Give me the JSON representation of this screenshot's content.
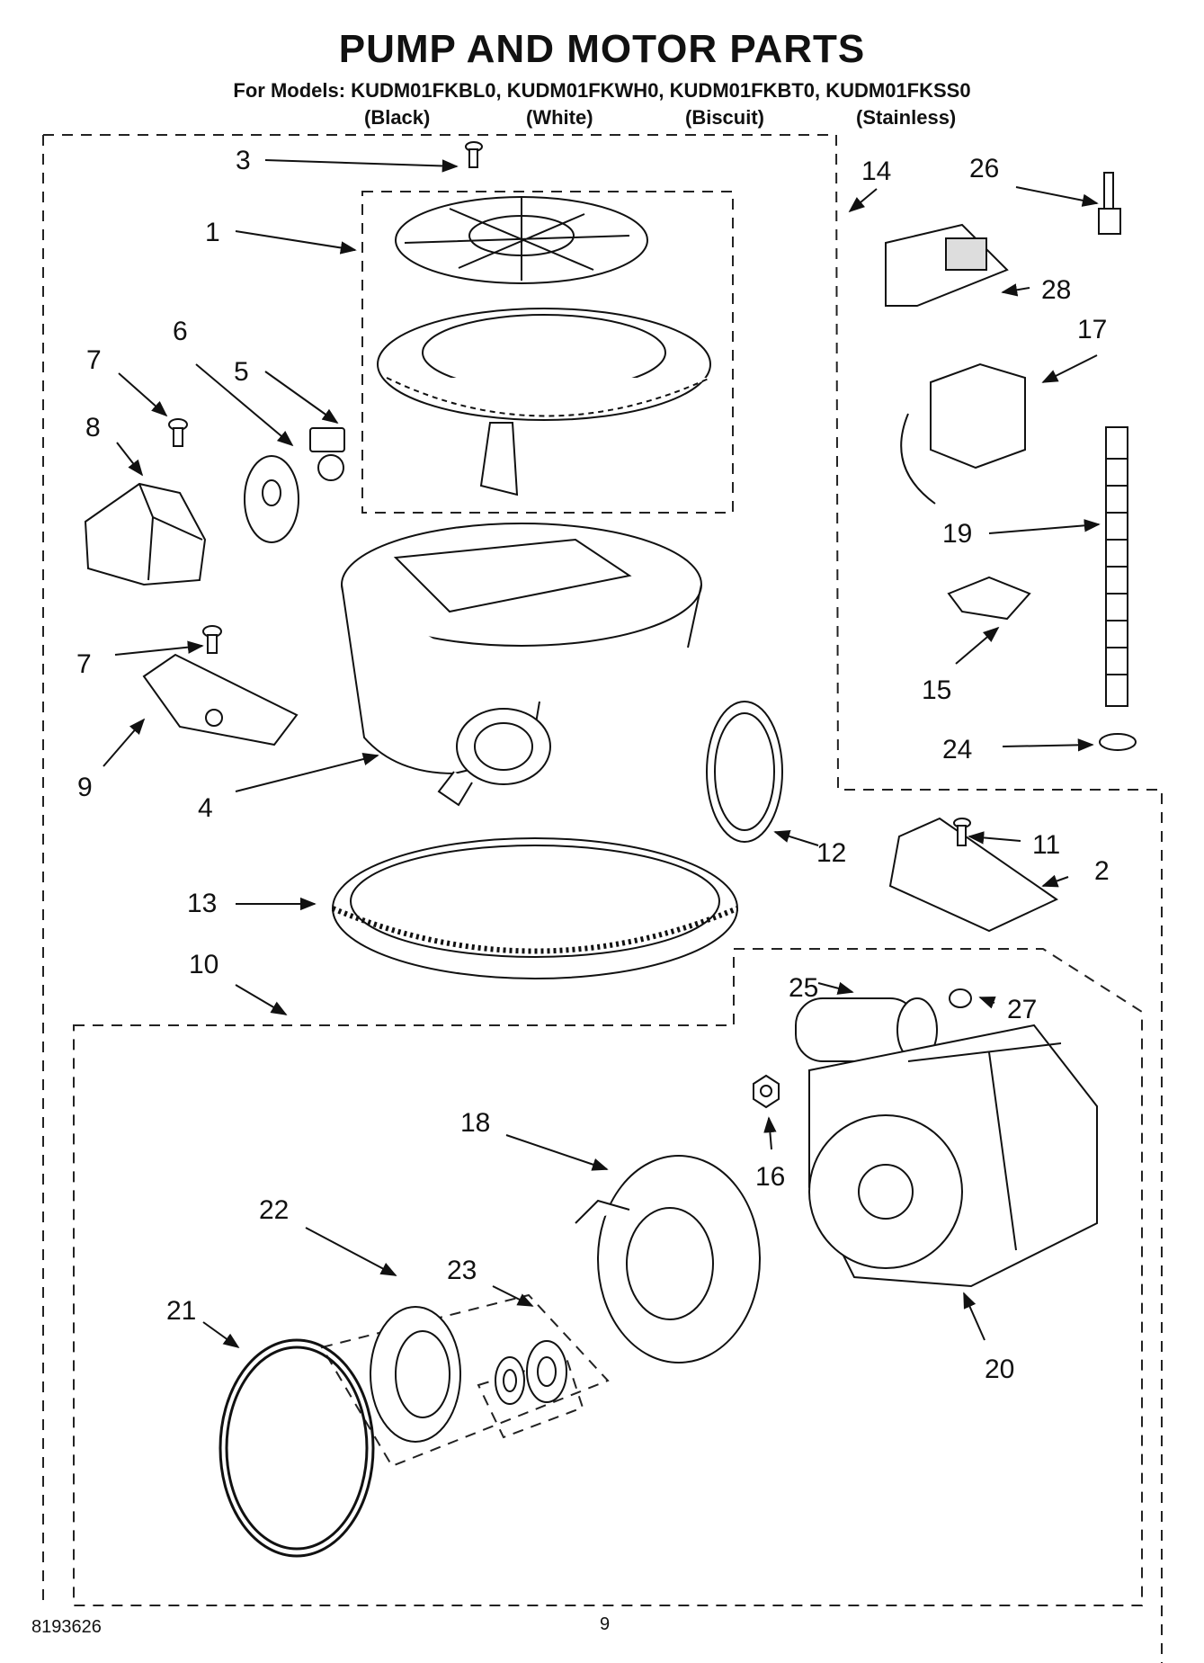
{
  "header": {
    "title": "PUMP AND MOTOR PARTS",
    "models": "For Models: KUDM01FKBL0, KUDM01FKWH0, KUDM01FKBT0, KUDM01FKSS0",
    "variants": [
      "(Black)",
      "(White)",
      "(Biscuit)",
      "(Stainless)"
    ]
  },
  "callouts": [
    "1",
    "2",
    "3",
    "4",
    "5",
    "6",
    "7",
    "7",
    "8",
    "9",
    "10",
    "11",
    "12",
    "13",
    "14",
    "15",
    "16",
    "17",
    "18",
    "19",
    "20",
    "21",
    "22",
    "23",
    "24",
    "25",
    "26",
    "27",
    "28"
  ],
  "footer": {
    "doc_number": "8193626",
    "page_number": "9"
  }
}
